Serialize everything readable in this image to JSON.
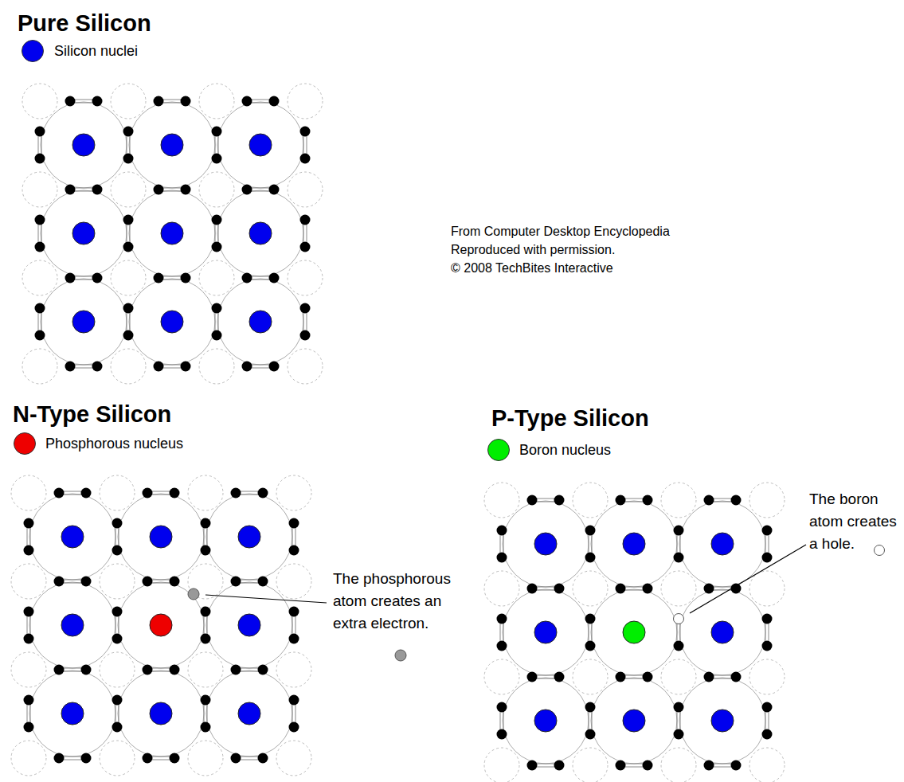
{
  "diagram": {
    "labels": [
      "Pure Silicon",
      "From Computer Desktop Encyclopedia",
      "Reproduced with permission.",
      "© 2008 TechBites Interactive",
      "N-Type Silicon",
      "The phosphorous atom creates an extra electron.",
      "P-Type Silicon",
      "The boron atom creates a hole."
    ],
    "legend": [
      {
        "text": "Silicon nuclei",
        "color": "#0000ee"
      },
      {
        "text": "Phosphorous nucleus",
        "color": "#ee0000"
      },
      {
        "text": "Boron nucleus",
        "color": "#00ee00"
      }
    ]
  }
}
